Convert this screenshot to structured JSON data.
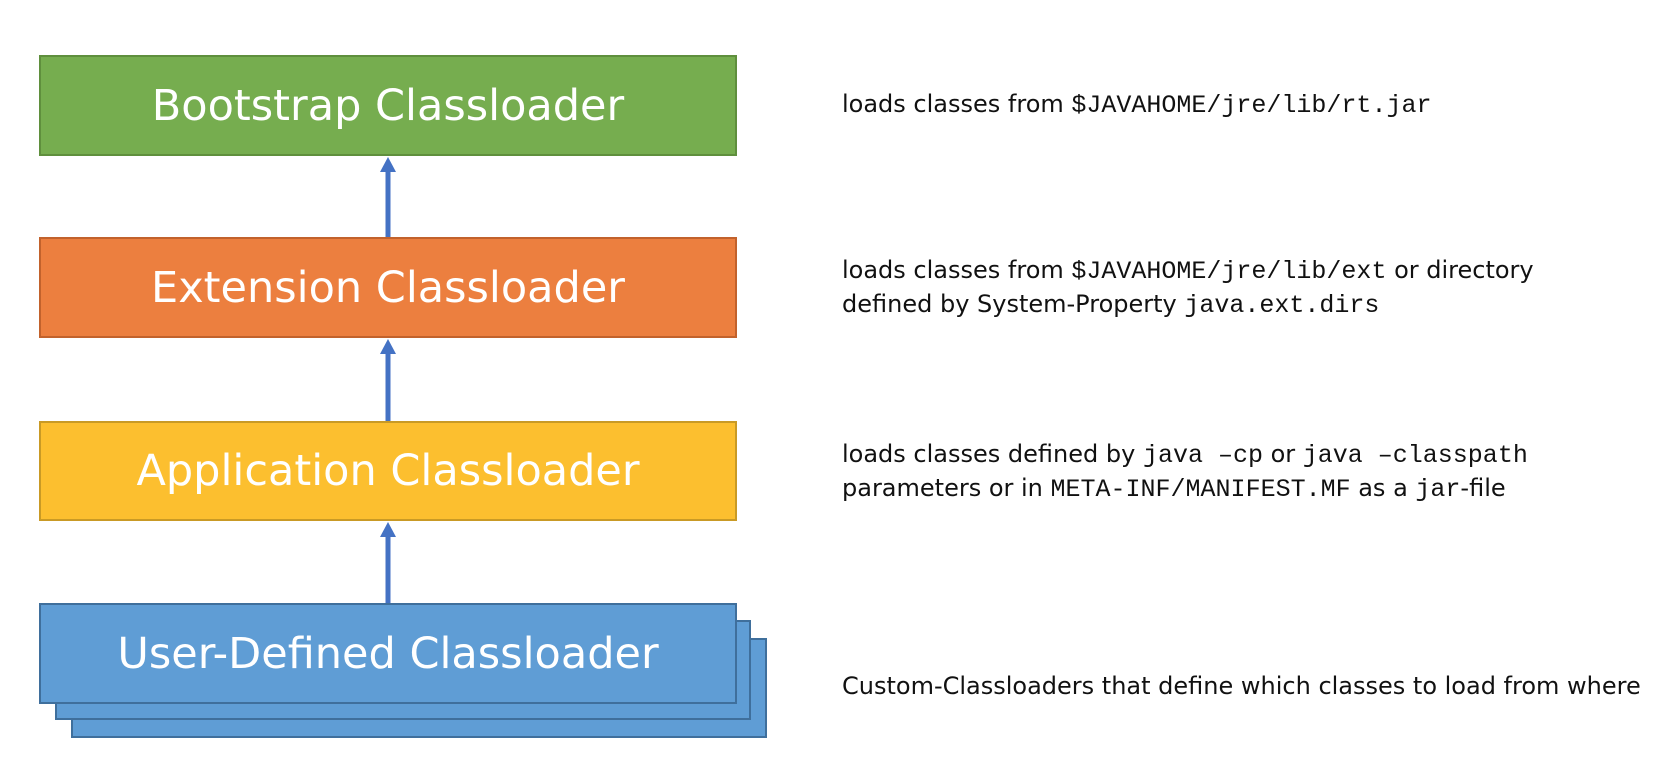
{
  "boxes": {
    "bootstrap": "Bootstrap Classloader",
    "extension": "Extension Classloader",
    "application": "Application Classloader",
    "user_defined": "User-Defined Classloader"
  },
  "descriptions": {
    "bootstrap": {
      "line1_text": "loads classes from ",
      "line1_code": "$JAVAHOME/jre/lib/rt.jar"
    },
    "extension": {
      "line1_text": "loads classes from ",
      "line1_code": "$JAVAHOME/jre/lib/ext",
      "line1_tail": " or directory",
      "line2_text": "defined by System-Property ",
      "line2_code": "java.ext.dirs"
    },
    "application": {
      "line1_text": "loads classes defined by ",
      "line1_code1": "java –cp",
      "line1_mid": " or ",
      "line1_code2": "java –classpath",
      "line2_text": "parameters or in ",
      "line2_code": "META-INF/MANIFEST.MF",
      "line2_mid": " as a ",
      "line2_code2": "jar",
      "line2_tail": "-file"
    },
    "user_defined": {
      "line1_text": "Custom-Classloaders that define which classes to load from where"
    }
  },
  "colors": {
    "bootstrap": "#76ad4f",
    "extension": "#ec7f3f",
    "application": "#fcbf2f",
    "user_defined": "#5f9dd5",
    "arrow": "#4472c4"
  }
}
